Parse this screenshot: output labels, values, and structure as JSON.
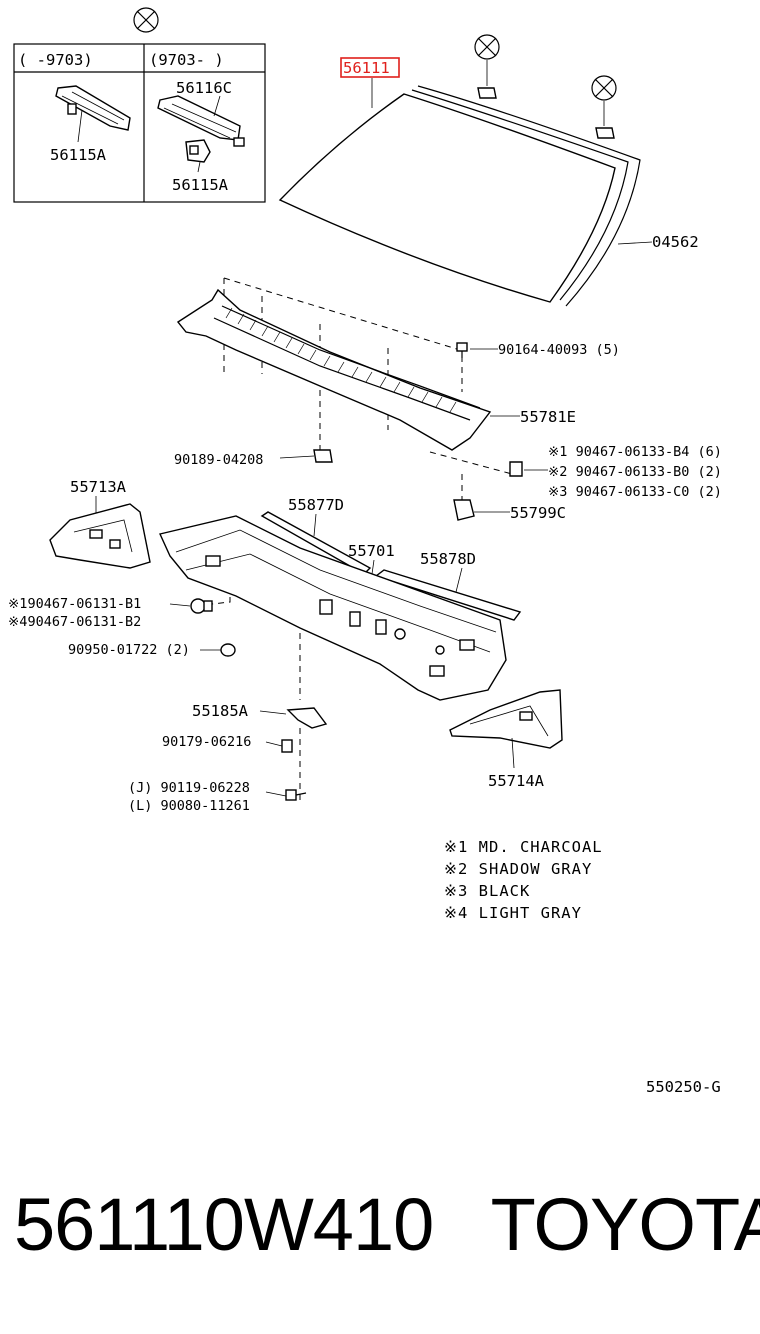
{
  "inset": {
    "col1_header": "(   -9703)",
    "col2_header": "(9703-    )",
    "col1_part": "56115A",
    "col2_part_top": "56116C",
    "col2_part_bottom": "56115A"
  },
  "highlight_color": "#e0201c",
  "parts": {
    "windshield": "56111",
    "molding": "04562",
    "screw": "90164-40093 (5)",
    "cowl_louver": "55781E",
    "clip": "90189-04208",
    "fastener_1": "※1 90467-06133-B4 (6)",
    "fastener_2": "※2 90467-06133-B0 (2)",
    "fastener_3": "※3 90467-06133-C0 (2)",
    "clip_c": "55799C",
    "side_left": "55713A",
    "seal_d": "55877D",
    "cowl_panel": "55701",
    "seal_d2": "55878D",
    "clip_left_1": "※190467-06131-B1",
    "clip_left_4": "※490467-06131-B2",
    "plug": "90950-01722 (2)",
    "bracket": "55185A",
    "nut": "90179-06216",
    "bolt_j": "(J) 90119-06228",
    "bolt_l": "(L) 90080-11261",
    "side_right": "55714A"
  },
  "legend": [
    "※1  MD. CHARCOAL",
    "※2  SHADOW GRAY",
    "※3  BLACK",
    "※4  LIGHT GRAY"
  ],
  "diagram_code": "550250-G",
  "footer": {
    "part_number": "561110W410",
    "brand": "TOYOTA"
  },
  "icons": [
    "crossed-circle-icon"
  ]
}
